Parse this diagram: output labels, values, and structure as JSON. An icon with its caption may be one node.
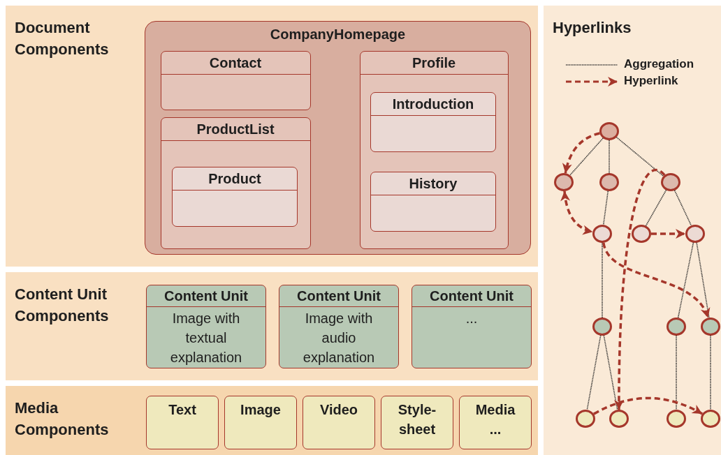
{
  "diagram": {
    "nodes": [
      {
        "text": [
          "Document Components"
        ]
      },
      {
        "text": [
          "CompanyHomepage"
        ],
        "in": 0
      },
      {
        "text": [
          "Contact"
        ],
        "in": 1
      },
      {
        "text": [
          "ProductList"
        ],
        "in": 1
      },
      {
        "text": [
          "Product"
        ],
        "in": 3
      },
      {
        "text": [
          "Profile"
        ],
        "in": 1
      },
      {
        "text": [
          "Introduction"
        ],
        "in": 5
      },
      {
        "text": [
          "History"
        ],
        "in": 5
      },
      {
        "text": [
          "Content Unit Components"
        ]
      },
      {
        "text": [
          "Content Unit",
          "Image with textual explanation"
        ],
        "in": 8
      },
      {
        "text": [
          "Content Unit",
          "Image with audio explanation"
        ],
        "in": 8
      },
      {
        "text": [
          "Content Unit",
          "..."
        ],
        "in": 8
      },
      {
        "text": [
          "Media Components"
        ]
      },
      {
        "text": [
          "Text"
        ],
        "in": 12
      },
      {
        "text": [
          "Image"
        ],
        "in": 12
      },
      {
        "text": [
          "Video"
        ],
        "in": 12
      },
      {
        "text": [
          "Style-sheet"
        ],
        "in": 12
      },
      {
        "text": [
          "Media ..."
        ],
        "in": 12
      },
      {
        "text": [
          "Hyperlinks"
        ]
      },
      {
        "text": [],
        "shape": "circle",
        "in": 18
      },
      {
        "text": [],
        "shape": "circle",
        "in": 18
      },
      {
        "text": [],
        "shape": "circle",
        "in": 18
      },
      {
        "text": [],
        "shape": "circle",
        "in": 18
      },
      {
        "text": [],
        "shape": "circle",
        "in": 18
      },
      {
        "text": [],
        "shape": "circle",
        "in": 18
      },
      {
        "text": [],
        "shape": "circle",
        "in": 18
      },
      {
        "text": [],
        "shape": "circle",
        "in": 18
      },
      {
        "text": [],
        "shape": "circle",
        "in": 18
      },
      {
        "text": [],
        "shape": "circle",
        "in": 18
      },
      {
        "text": [],
        "shape": "circle",
        "in": 18
      },
      {
        "text": [],
        "shape": "circle",
        "in": 18
      },
      {
        "text": [],
        "shape": "circle",
        "in": 18
      },
      {
        "text": [],
        "shape": "circle",
        "in": 18
      }
    ],
    "edges": [
      {
        "from": 19,
        "to": 20,
        "arrow": "none"
      },
      {
        "from": 19,
        "to": 21,
        "arrow": "none"
      },
      {
        "from": 19,
        "to": 22,
        "arrow": "none"
      },
      {
        "from": 21,
        "to": 23,
        "arrow": "none"
      },
      {
        "from": 22,
        "to": 24,
        "arrow": "none"
      },
      {
        "from": 22,
        "to": 25,
        "arrow": "none"
      },
      {
        "from": 23,
        "to": 26,
        "arrow": "none"
      },
      {
        "from": 25,
        "to": 27,
        "arrow": "none"
      },
      {
        "from": 25,
        "to": 28,
        "arrow": "none"
      },
      {
        "from": 26,
        "to": 29,
        "arrow": "none"
      },
      {
        "from": 26,
        "to": 30,
        "arrow": "none"
      },
      {
        "from": 27,
        "to": 31,
        "arrow": "none"
      },
      {
        "from": 28,
        "to": 32,
        "arrow": "none"
      },
      {
        "from": 19,
        "to": 20,
        "arrow": "to",
        "style": "dashed",
        "color": "#a5372b"
      },
      {
        "from": 20,
        "to": 23,
        "arrow": "both",
        "style": "dashed",
        "color": "#a5372b"
      },
      {
        "from": 24,
        "to": 25,
        "arrow": "to",
        "style": "dashed",
        "color": "#a5372b"
      },
      {
        "from": 23,
        "to": 28,
        "arrow": "to",
        "style": "dashed",
        "color": "#a5372b"
      },
      {
        "from": 22,
        "to": 30,
        "arrow": "to",
        "style": "dashed",
        "color": "#a5372b"
      },
      {
        "from": 29,
        "to": 32,
        "arrow": "to",
        "style": "dashed",
        "color": "#a5372b"
      }
    ],
    "legend": [
      {
        "text": "Aggregation"
      },
      {
        "text": "Hyperlink"
      }
    ]
  }
}
